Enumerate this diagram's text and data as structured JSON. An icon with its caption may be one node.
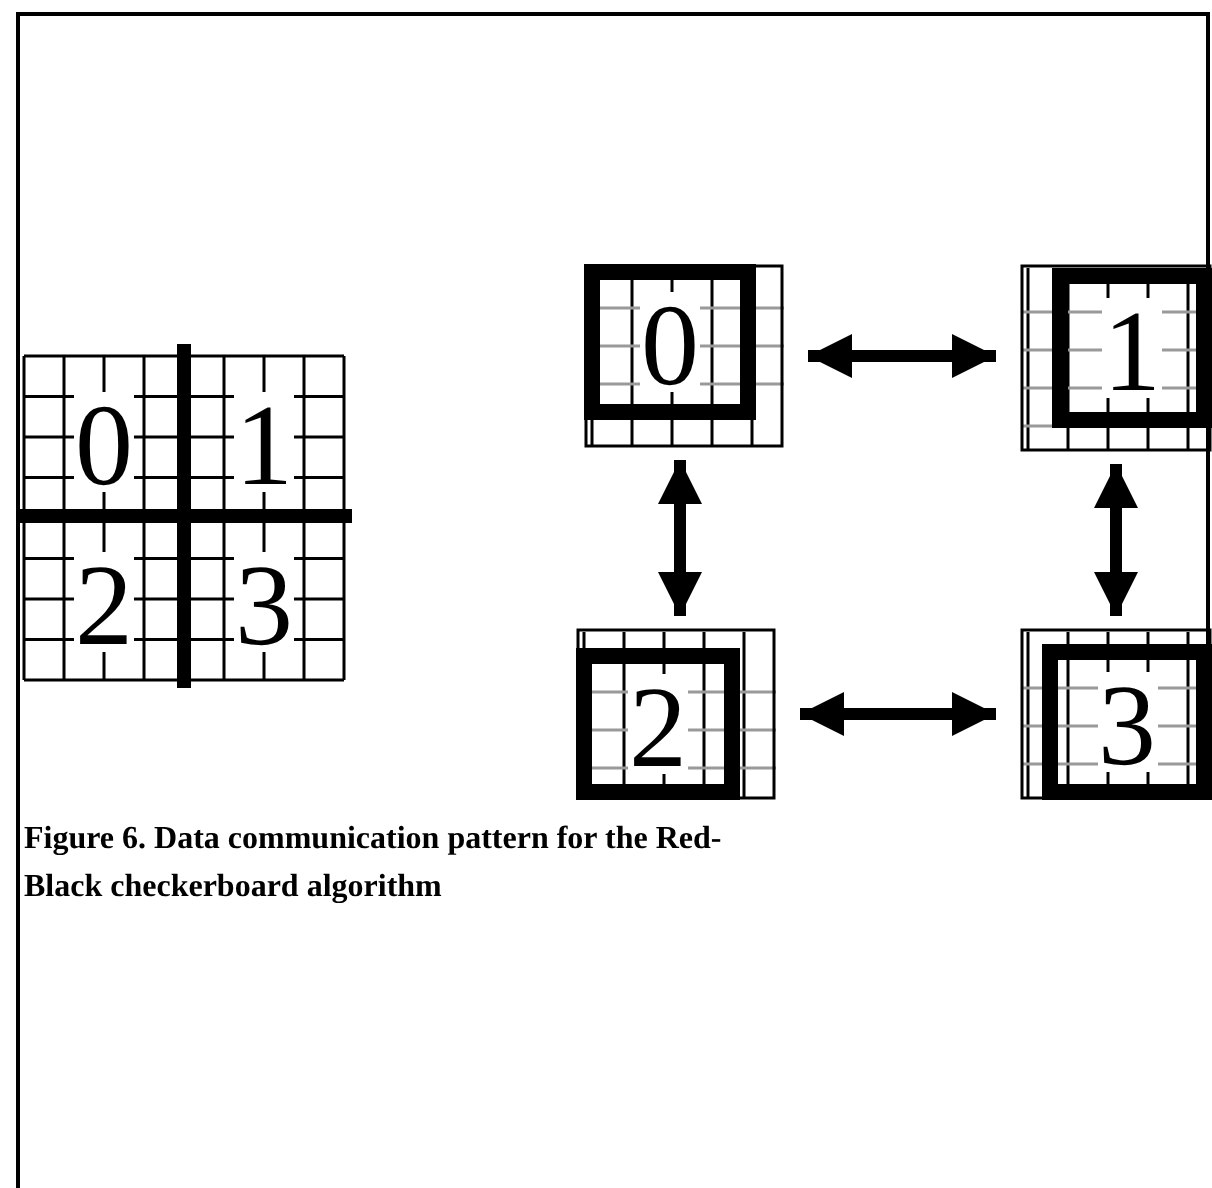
{
  "diagram": {
    "caption": "Figure 6. Data communication pattern for the Red-Black checkerboard algorithm",
    "nodes": [
      {
        "text": [
          "0"
        ]
      },
      {
        "text": [
          "1"
        ]
      },
      {
        "text": [
          "2"
        ]
      },
      {
        "text": [
          "3"
        ]
      }
    ],
    "edges": [
      {
        "from": 0,
        "to": 1,
        "arrow": "both"
      },
      {
        "from": 0,
        "to": 2,
        "arrow": "both"
      },
      {
        "from": 1,
        "to": 3,
        "arrow": "both"
      },
      {
        "from": 2,
        "to": 3,
        "arrow": "both"
      }
    ],
    "labels": [
      "0",
      "1",
      "2",
      "3"
    ]
  }
}
